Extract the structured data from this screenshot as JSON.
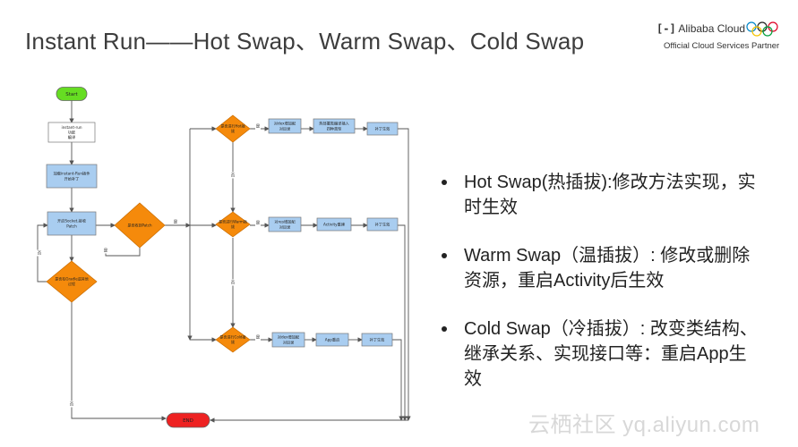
{
  "title": "Instant Run——Hot Swap、Warm Swap、Cold Swap",
  "logo": {
    "brand_mark": "[-]",
    "brand_name": "Alibaba Cloud",
    "partner_text": "Official Cloud Services Partner"
  },
  "bullets": [
    {
      "text": "Hot Swap(热插拔):修改方法实现，实时生效"
    },
    {
      "text": "Warm Swap（温插拔）: 修改或删除资源，重启Activity后生效"
    },
    {
      "text": "Cold Swap（冷插拔）: 改变类结构、继承关系、实现接口等：重启App生效"
    }
  ],
  "watermark": "云栖社区 yq.aliyun.com",
  "flowchart": {
    "start": "Start",
    "step_enable": "instant-run 功能 编译",
    "step_monitor": "加载instant-Run插件 开始补丁",
    "step_socket": "开启Socket,接收 Patch",
    "decision_receive": "是否收到Patch",
    "decision_error": "是否有Gradle或其他 过程",
    "decision_hot": "是否进行Hot插 拔",
    "decision_warm": "是否进行Warm插 拔",
    "decision_cold": "是否进行Cold插 拔",
    "hot_step1": "对dex增加配 对目录",
    "hot_step2": "热部署类编译插入 四种类型",
    "hot_step3": "补丁生效",
    "warm_step1": "对res增加配 对目录",
    "warm_step2": "Activity重建",
    "warm_step3": "补丁生效",
    "cold_step1": "对dex增加配 对目录",
    "cold_step2": "App重启",
    "cold_step3": "补丁生效",
    "end": "END",
    "yes": "是",
    "no": "否"
  },
  "colors": {
    "title": "#3d3d3d",
    "start_fill": "#66dd22",
    "end_fill": "#ee2222",
    "process_fill": "#a9cdf0",
    "decision_fill": "#f58a0b",
    "line": "#555555"
  }
}
